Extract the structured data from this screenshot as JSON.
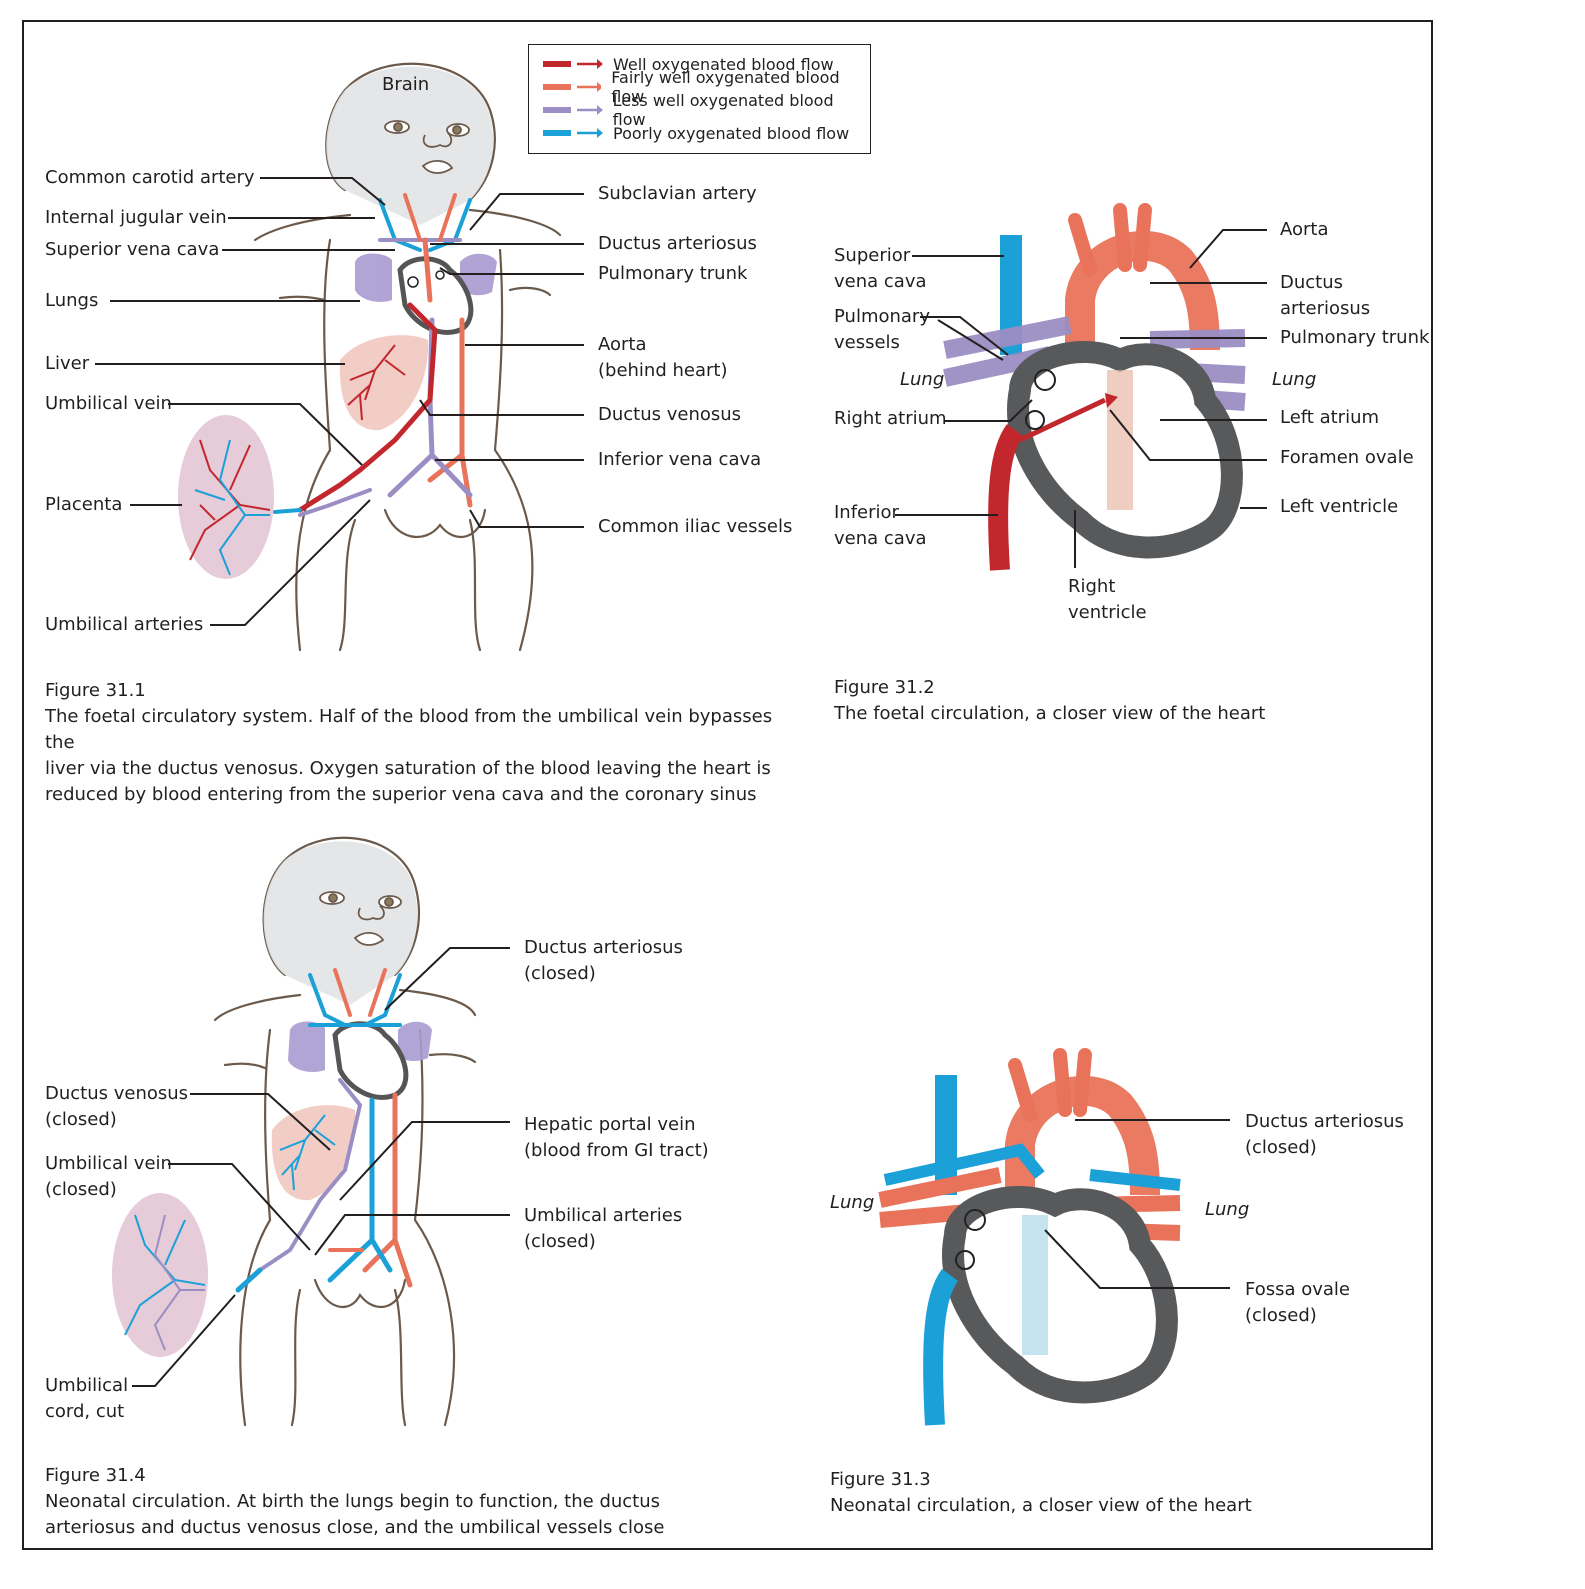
{
  "legend": {
    "items": [
      {
        "label": "Well oxygenated blood flow",
        "color": "#c1272d"
      },
      {
        "label": "Fairly well oxygenated blood flow",
        "color": "#e9735a"
      },
      {
        "label": "Less well oxygenated blood flow",
        "color": "#9b8ec4"
      },
      {
        "label": "Poorly oxygenated blood flow",
        "color": "#1ca0d8"
      }
    ]
  },
  "fig1": {
    "brain": "Brain",
    "labels_left": {
      "common_carotid": "Common carotid artery",
      "internal_jugular": "Internal jugular vein",
      "superior_vena_cava": "Superior vena cava",
      "lungs": "Lungs",
      "liver": "Liver",
      "umbilical_vein": "Umbilical vein",
      "placenta": "Placenta",
      "umbilical_arteries": "Umbilical arteries"
    },
    "labels_right": {
      "subclavian": "Subclavian artery",
      "ductus_arteriosus": "Ductus arteriosus",
      "pulmonary_trunk": "Pulmonary trunk",
      "aorta_1": "Aorta",
      "aorta_2": "(behind heart)",
      "ductus_venosus": "Ductus venosus",
      "inferior_vena_cava": "Inferior vena cava",
      "common_iliac": "Common iliac vessels"
    },
    "caption_title": "Figure 31.1",
    "caption_lines": [
      "The foetal circulatory system. Half of the blood from the umbilical vein bypasses the",
      "liver via the ductus venosus. Oxygen saturation of the blood leaving the heart is",
      "reduced by blood entering from the superior vena cava and the coronary sinus"
    ]
  },
  "fig2": {
    "superior_vena_cava_1": "Superior",
    "superior_vena_cava_2": "vena cava",
    "pulmonary_vessels_1": "Pulmonary",
    "pulmonary_vessels_2": "vessels",
    "lung_left": "Lung",
    "right_atrium": "Right atrium",
    "inferior_vena_cava_1": "Inferior",
    "inferior_vena_cava_2": "vena cava",
    "right_ventricle_1": "Right",
    "right_ventricle_2": "ventricle",
    "aorta": "Aorta",
    "ductus_arteriosus_1": "Ductus",
    "ductus_arteriosus_2": "arteriosus",
    "pulmonary_trunk": "Pulmonary trunk",
    "lung_right": "Lung",
    "left_atrium": "Left atrium",
    "foramen_ovale": "Foramen ovale",
    "left_ventricle": "Left ventricle",
    "caption_title": "Figure 31.2",
    "caption_line": "The foetal circulation, a closer view of the heart"
  },
  "fig4": {
    "ductus_arteriosus_1": "Ductus arteriosus",
    "ductus_arteriosus_2": "(closed)",
    "ductus_venosus_1": "Ductus venosus",
    "ductus_venosus_2": "(closed)",
    "hepatic_portal_1": "Hepatic portal vein",
    "hepatic_portal_2": "(blood from GI tract)",
    "umbilical_vein_1": "Umbilical vein",
    "umbilical_vein_2": "(closed)",
    "umbilical_arteries_1": "Umbilical arteries",
    "umbilical_arteries_2": "(closed)",
    "umbilical_cord_1": "Umbilical",
    "umbilical_cord_2": "cord, cut",
    "caption_title": "Figure 31.4",
    "caption_lines": [
      "Neonatal circulation. At birth the lungs begin to function, the ductus",
      "arteriosus and ductus venosus close, and the umbilical vessels close"
    ]
  },
  "fig3": {
    "lung_left": "Lung",
    "lung_right": "Lung",
    "ductus_arteriosus_1": "Ductus arteriosus",
    "ductus_arteriosus_2": "(closed)",
    "fossa_ovale_1": "Fossa ovale",
    "fossa_ovale_2": "(closed)",
    "caption_title": "Figure 31.3",
    "caption_line": "Neonatal circulation, a closer view of the heart"
  }
}
